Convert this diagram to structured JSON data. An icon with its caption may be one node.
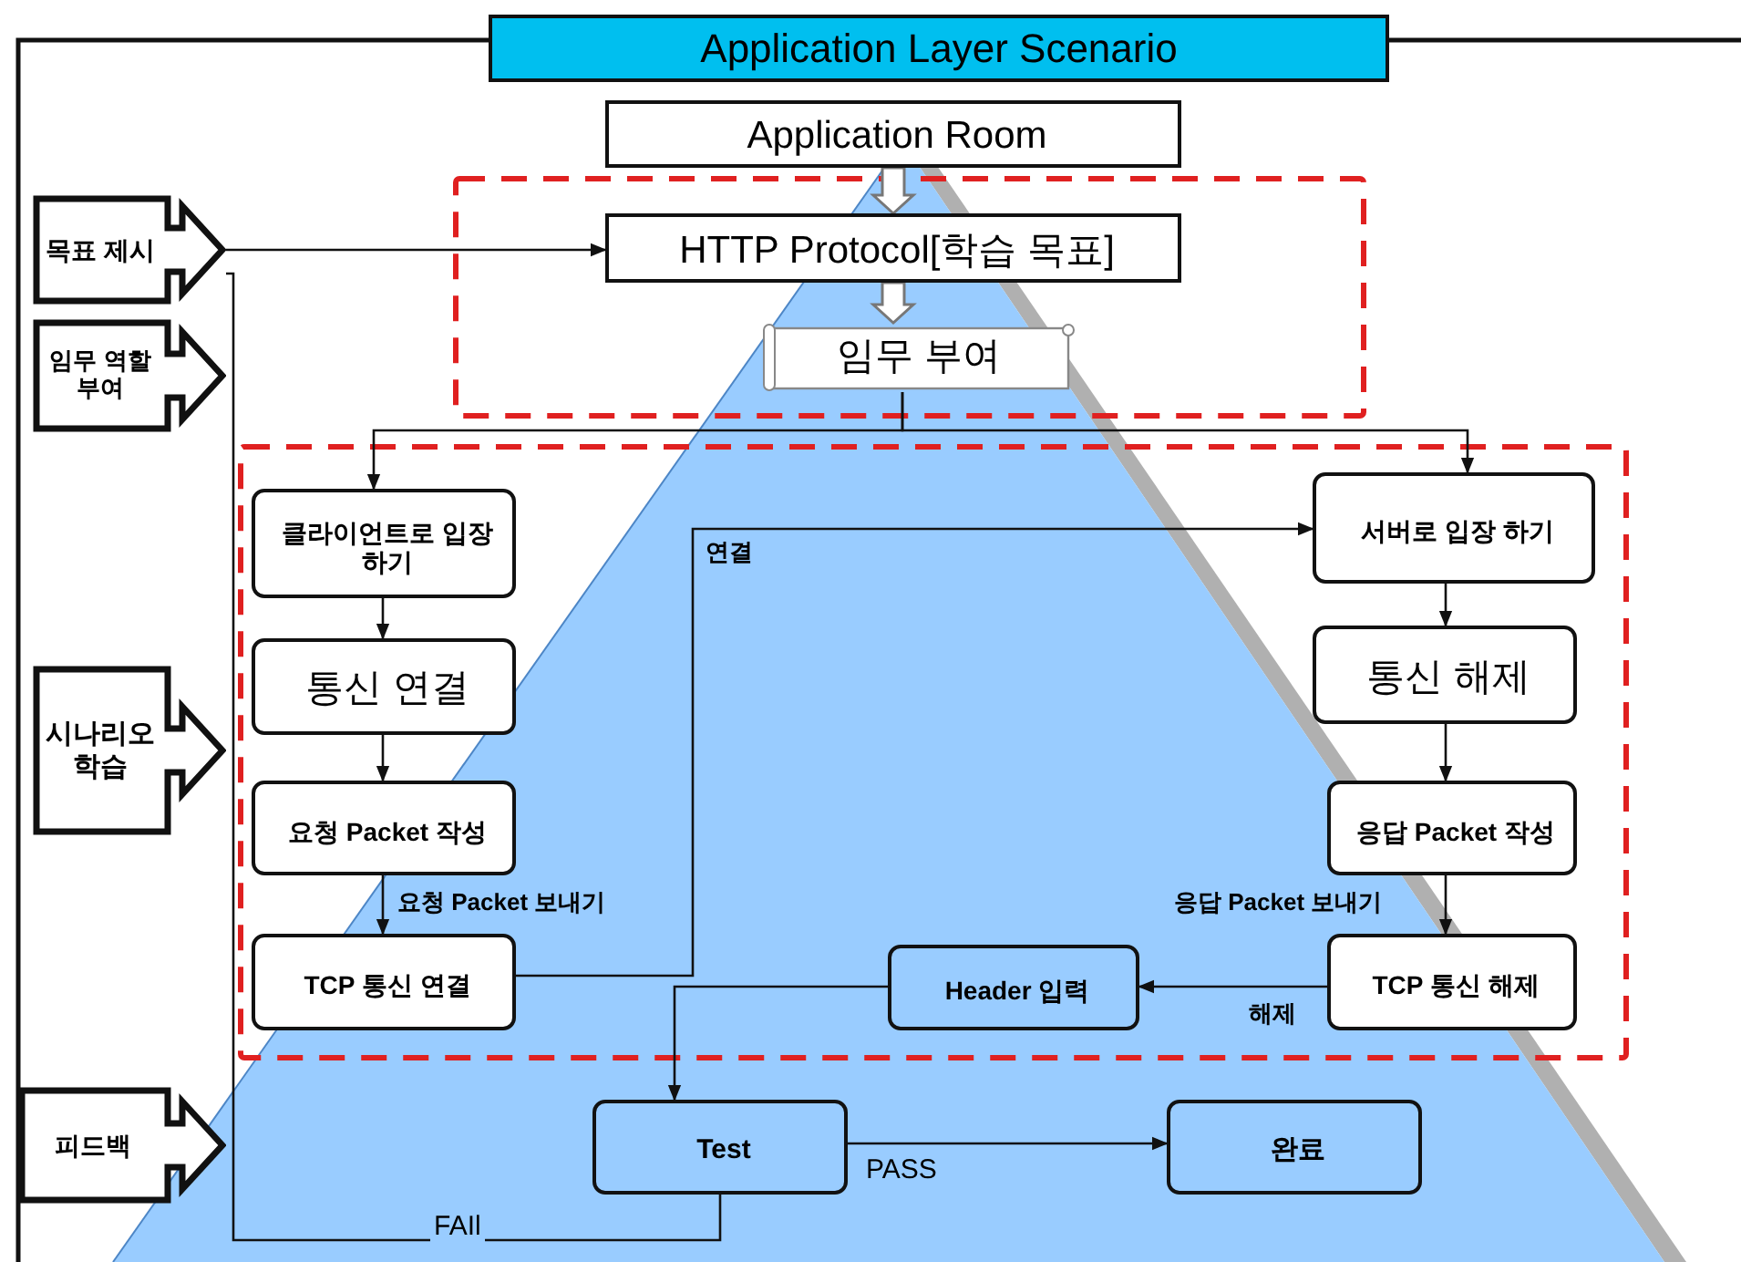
{
  "diagram": {
    "title": "Application Layer Scenario",
    "nodes": [
      {
        "text": [
          "Application Room"
        ]
      },
      {
        "text": [
          "HTTP Protocol[학습 목표]"
        ]
      },
      {
        "text": [
          "임무 부여"
        ]
      },
      {
        "text": [
          "목표 제시"
        ]
      },
      {
        "text": [
          "임무 역할 부여"
        ]
      },
      {
        "text": [
          "시나리오 학습"
        ]
      },
      {
        "text": [
          "피드백"
        ]
      },
      {
        "text": [
          "클라이언트로 입장 하기"
        ]
      },
      {
        "text": [
          "통신 연결"
        ]
      },
      {
        "text": [
          "요청 Packet 작성"
        ]
      },
      {
        "text": [
          "TCP 통신 연결"
        ]
      },
      {
        "text": [
          "서버로 입장 하기"
        ]
      },
      {
        "text": [
          "통신 해제"
        ]
      },
      {
        "text": [
          "응답 Packet 작성"
        ]
      },
      {
        "text": [
          "TCP 통신 해제"
        ]
      },
      {
        "text": [
          "Header 입력"
        ]
      },
      {
        "text": [
          "Test"
        ]
      },
      {
        "text": [
          "완료"
        ]
      }
    ],
    "edges": [
      {
        "from": 0,
        "to": 1,
        "arrow": "to",
        "style": "thick"
      },
      {
        "from": 1,
        "to": 2,
        "arrow": "to",
        "style": "thick"
      },
      {
        "from": 2,
        "to": 7,
        "arrow": "to"
      },
      {
        "from": 2,
        "to": 11,
        "arrow": "to"
      },
      {
        "from": 3,
        "to": 1,
        "arrow": "to"
      },
      {
        "from": 7,
        "to": 8,
        "arrow": "to"
      },
      {
        "from": 8,
        "to": 9,
        "arrow": "to"
      },
      {
        "from": 9,
        "to": 10,
        "label": "요청 Packet 보내기",
        "arrow": "to"
      },
      {
        "from": 10,
        "to": 11,
        "label": "연결",
        "arrow": "to"
      },
      {
        "from": 11,
        "to": 12,
        "arrow": "to"
      },
      {
        "from": 12,
        "to": 13,
        "arrow": "to"
      },
      {
        "from": 13,
        "to": 14,
        "label": "응답 Packet 보내기",
        "arrow": "to"
      },
      {
        "from": 14,
        "to": 15,
        "label": "해제",
        "arrow": "to"
      },
      {
        "from": 15,
        "to": 16,
        "arrow": "to"
      },
      {
        "from": 16,
        "to": 17,
        "label": "PASS",
        "arrow": "to"
      },
      {
        "from": 16,
        "to": 3,
        "label": "FAIl",
        "arrow": "none"
      }
    ]
  }
}
